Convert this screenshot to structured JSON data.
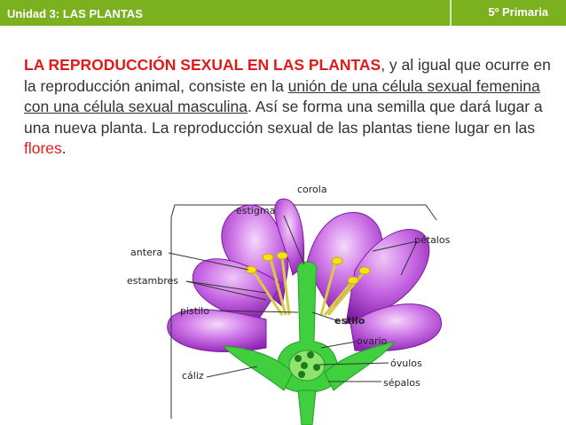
{
  "header": {
    "unit": "Unidad 3: LAS PLANTAS",
    "grade": "5º Primaria"
  },
  "body_text": {
    "title": "LA REPRODUCCIÓN SEXUAL EN LAS PLANTAS",
    "part1": ", y al igual que ocurre en la reproducción animal, consiste en la ",
    "underlined": "unión de una célula sexual femenina con una célula sexual masculina",
    "part2": ". Así se forma una semilla que dará lugar a una nueva planta. La reproducción sexual de las plantas tiene lugar en las ",
    "flowers": "flores",
    "end": "."
  },
  "diagram": {
    "labels": {
      "corola": "corola",
      "estigma": "estigma",
      "petalos": "pétalos",
      "antera": "antera",
      "estambres": "estambres",
      "pistilo": "pistilo",
      "estilo": "estilo",
      "ovario": "ovario",
      "ovulos": "óvulos",
      "caliz": "cáliz",
      "sepalos": "sépalos"
    },
    "colors": {
      "petal": "#b13fd6",
      "stem": "#39c43a",
      "anther": "#f4e21c",
      "header": "#7bb11e",
      "highlight_text": "#e01b1b"
    }
  }
}
